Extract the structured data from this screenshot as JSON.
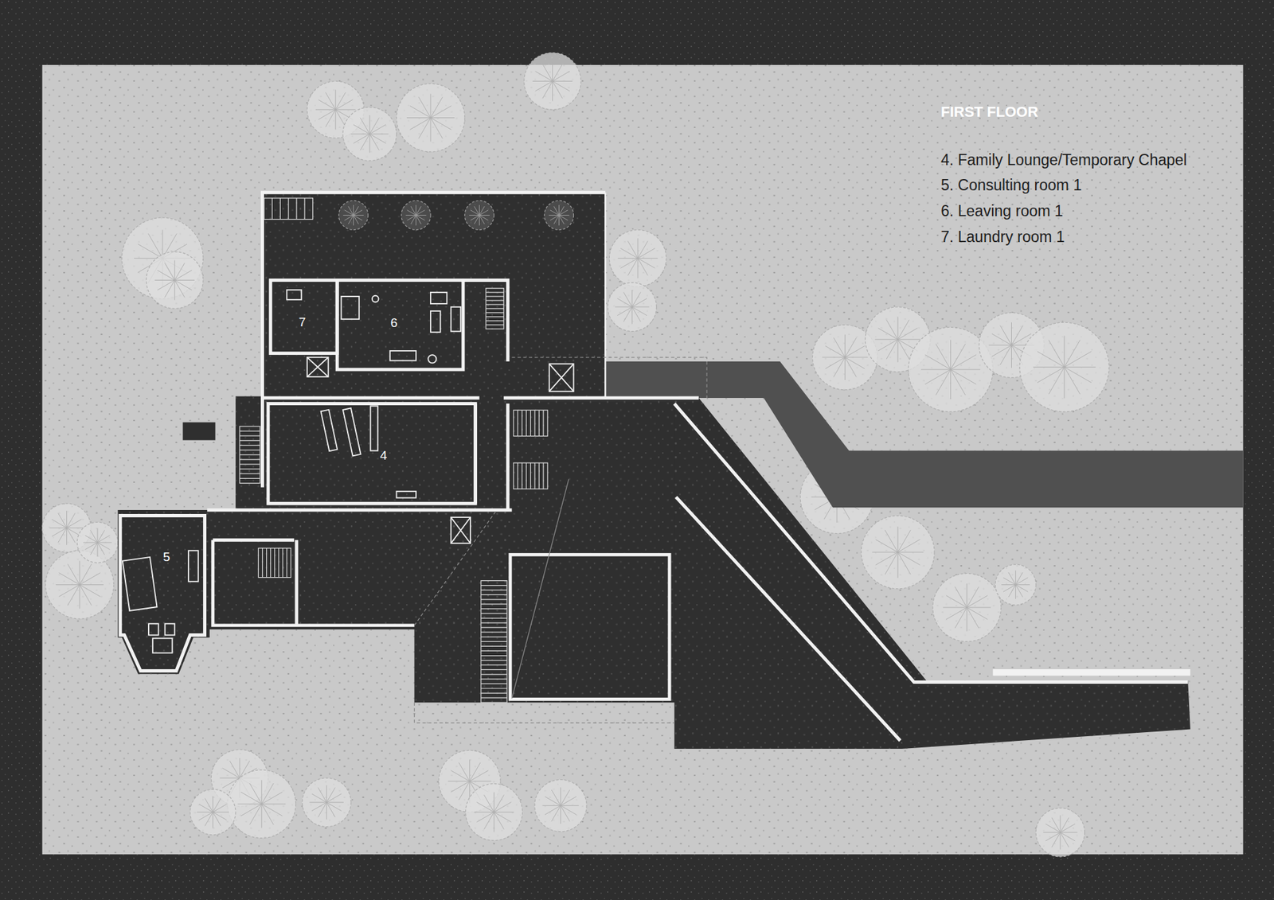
{
  "diagram": {
    "title": "FIRST FLOOR",
    "nodes": [
      {
        "text": [
          "7"
        ]
      },
      {
        "text": [
          "6"
        ]
      },
      {
        "text": [
          "4"
        ]
      },
      {
        "text": [
          "5"
        ]
      }
    ],
    "labels": [
      "4. Family Lounge/Temporary Chapel",
      "5. Consulting room 1",
      "6. Leaving room 1",
      "7. Laundry room 1"
    ]
  }
}
